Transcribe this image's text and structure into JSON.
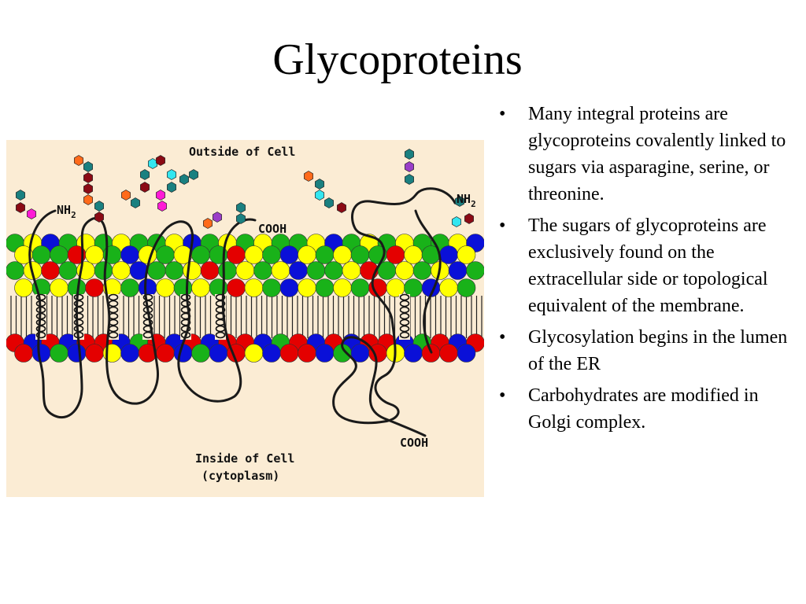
{
  "slide": {
    "title": "Glycoproteins"
  },
  "diagram": {
    "outside_label": "Outside of Cell",
    "inside_label_1": "Inside of Cell",
    "inside_label_2": "(cytoplasm)",
    "nh2_label": "NH",
    "nh2_sub": "2",
    "cooh_label": "COOH",
    "colors": {
      "background": "#fbecd4",
      "head_green": "#19b219",
      "head_yellow": "#ffff00",
      "head_red": "#e40000",
      "head_blue": "#0a10d8",
      "protein_line": "#1a1a1a"
    }
  },
  "bullets": [
    {
      "marker": "•",
      "text": "Many integral proteins are glycoproteins covalently linked to sugars via asparagine, serine, or threonine."
    },
    {
      "marker": "•",
      "text": "The sugars of glycoproteins are exclusively found on the extracellular side or topological equivalent of the membrane."
    },
    {
      "marker": "•",
      "text": "Glycosylation begins in the lumen of the ER"
    },
    {
      "marker": "•",
      "text": "Carbohydrates are modified in Golgi complex."
    }
  ]
}
